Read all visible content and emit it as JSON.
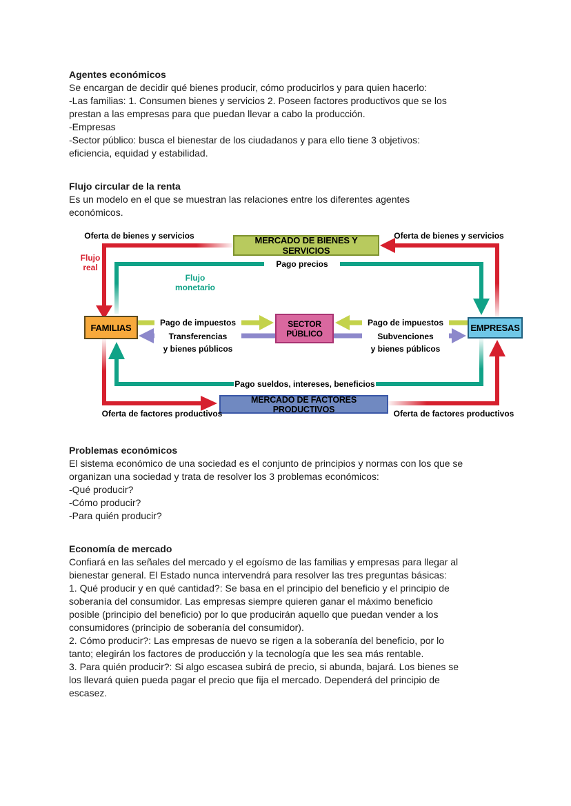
{
  "document": {
    "sections": [
      {
        "heading": "Agentes económicos",
        "lines": [
          "Se encargan de decidir qué bienes producir, cómo producirlos y para quien hacerlo:",
          "-Las familias: 1. Consumen bienes y servicios 2. Poseen factores productivos que se los",
          "prestan a las empresas para que puedan llevar a cabo la producción.",
          "-Empresas",
          "-Sector público: busca el bienestar de los ciudadanos y para ello tiene 3 objetivos:",
          "eficiencia, equidad y estabilidad."
        ]
      },
      {
        "heading": "Flujo circular de la renta",
        "lines": [
          "Es un modelo en el que se muestran las relaciones entre los diferentes agentes",
          "económicos."
        ]
      },
      {
        "heading": "Problemas económicos",
        "lines": [
          "El sistema económico de una sociedad es el conjunto de principios y normas con los que se",
          "organizan una sociedad y trata de resolver los 3 problemas económicos:",
          "-Qué producir?",
          "-Cómo producir?",
          "-Para quién producir?"
        ]
      },
      {
        "heading": "Economía de mercado",
        "lines": [
          "Confiará en las señales del mercado y el egoísmo de las familias y empresas para llegar al",
          "bienestar general. El Estado nunca intervendrá para resolver las tres preguntas básicas:",
          "1. Qué producir y en qué cantidad?: Se basa en el principio del beneficio y el principio de",
          "soberanía del consumidor. Las empresas siempre quieren ganar el máximo beneficio",
          "posible (principio del beneficio) por lo que producirán aquello que puedan vender a los",
          "consumidores (principio de soberanía del consumidor).",
          "2. Cómo producir?: Las empresas de nuevo se rigen a la soberanía del beneficio, por lo",
          "tanto; elegirán los factores de producción y la tecnología que les sea más rentable.",
          "3. Para quién producir?: Si algo escasea subirá de precio, si abunda, bajará. Los bienes se",
          "los llevará quien pueda pagar el precio que fija el mercado. Dependerá del principio de",
          "escasez."
        ]
      }
    ]
  },
  "diagram": {
    "boxes": {
      "mercado_bienes": "MERCADO DE BIENES Y SERVICIOS",
      "familias": "FAMILIAS",
      "sector_publico": "SECTOR PÚBLICO",
      "empresas": "EMPRESAS",
      "mercado_factores": "MERCADO DE FACTORES PRODUCTIVOS"
    },
    "labels": {
      "oferta_bienes_left": "Oferta de bienes y servicios",
      "oferta_bienes_right": "Oferta de bienes y servicios",
      "flujo_real": "Flujo real",
      "flujo_monetario": "Flujo monetario",
      "pago_precios": "Pago precios",
      "pago_impuestos_left": "Pago de impuestos",
      "transferencias_l1": "Transferencias",
      "transferencias_l2": "y bienes públicos",
      "pago_impuestos_right": "Pago de impuestos",
      "subvenciones_l1": "Subvenciones",
      "subvenciones_l2": "y bienes públicos",
      "pago_sueldos": "Pago sueldos, intereses, beneficios",
      "oferta_factores_left": "Oferta de factores productivos",
      "oferta_factores_right": "Oferta de factores productivos"
    },
    "colors": {
      "flujo_real": "#d6202e",
      "flujo_monetario": "#10a287",
      "impuestos_arrow": "#c3d24b",
      "transferencias_arrow": "#8d88cb",
      "mercado_bienes_fill": "#b8ca5e",
      "familias_fill": "#f7a93c",
      "sector_publico_fill": "#d9689f",
      "empresas_fill": "#6fc7e7",
      "mercado_factores_fill": "#7089c1"
    }
  }
}
